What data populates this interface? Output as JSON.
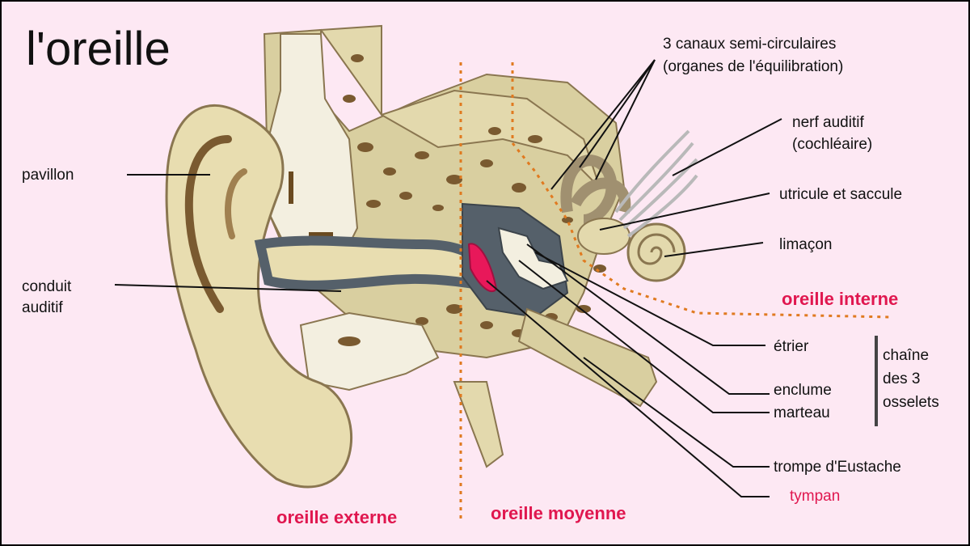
{
  "title": "l'oreille",
  "labels": {
    "canaux_line1": "3 canaux semi-circulaires",
    "canaux_line2": "(organes de l'équilibration)",
    "nerf_line1": "nerf auditif",
    "nerf_line2": "(cochléaire)",
    "utricule": "utricule et saccule",
    "limacon": "limaçon",
    "pavillon": "pavillon",
    "conduit_line1": "conduit",
    "conduit_line2": "auditif",
    "etrier": "étrier",
    "enclume": "enclume",
    "marteau": "marteau",
    "chaine_line1": "chaîne",
    "chaine_line2": "des 3",
    "chaine_line3": "osselets",
    "trompe": "trompe d'Eustache",
    "tympan": "tympan"
  },
  "regions": {
    "externe": "oreille externe",
    "moyenne": "oreille moyenne",
    "interne": "oreille interne"
  },
  "colors": {
    "background": "#fde8f3",
    "skin": "#e8ddb0",
    "bone": "#d9cfa0",
    "bone_pores": "#7a5a30",
    "canal": "#55606a",
    "tympan": "#e8185a",
    "region_label": "#e0174f",
    "divider": "#e07a20"
  }
}
